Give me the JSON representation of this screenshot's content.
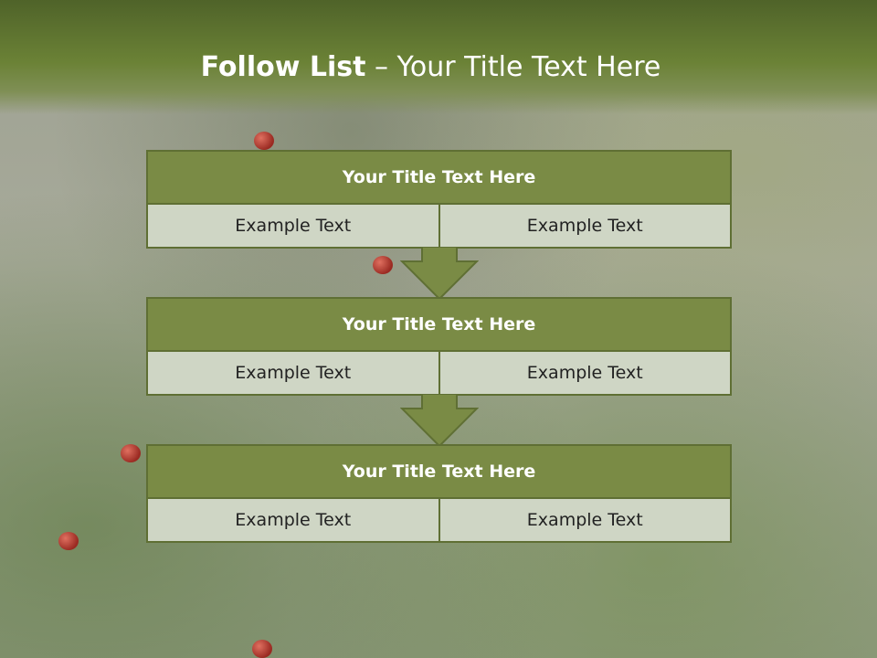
{
  "header": {
    "title_strong": "Follow List",
    "title_rest": " – Your Title Text Here"
  },
  "blocks": [
    {
      "title": "Your Title Text Here",
      "left": "Example Text",
      "right": "Example Text"
    },
    {
      "title": "Your Title Text Here",
      "left": "Example Text",
      "right": "Example Text"
    },
    {
      "title": "Your Title Text Here",
      "left": "Example Text",
      "right": "Example Text"
    }
  ],
  "colors": {
    "header_dark": "#4f6329",
    "title_fill": "#7a8b45",
    "cell_fill": "#cfd6c5",
    "border": "#5f6f34",
    "arrow_fill": "#7a8b45"
  },
  "icons": [
    "down-arrow-icon",
    "down-arrow-icon"
  ]
}
